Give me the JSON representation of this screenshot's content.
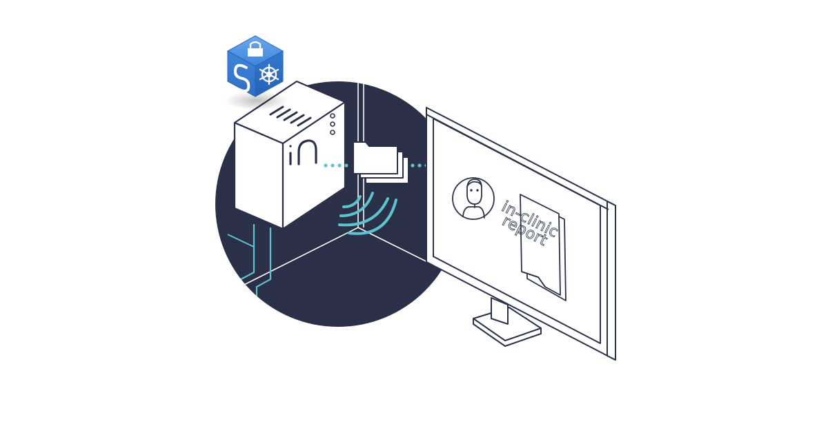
{
  "illustration": {
    "report_line1": "in-clinic",
    "report_line2": "report",
    "icons": {
      "badge": "security-kubernetes-badge",
      "lock": "lock-icon",
      "s_logo": "s-logo-icon",
      "helm": "kubernetes-helm-icon",
      "device": "server-device",
      "folders": "folder-stack-icon",
      "wifi": "wireless-signal-icon",
      "monitor": "monitor",
      "avatar": "patient-avatar-icon",
      "document": "report-document-icon"
    },
    "colors": {
      "navy": "#2b3049",
      "teal": "#5ec3cf",
      "badge_blue": "#3c7fd6",
      "line": "#2b3049"
    }
  }
}
